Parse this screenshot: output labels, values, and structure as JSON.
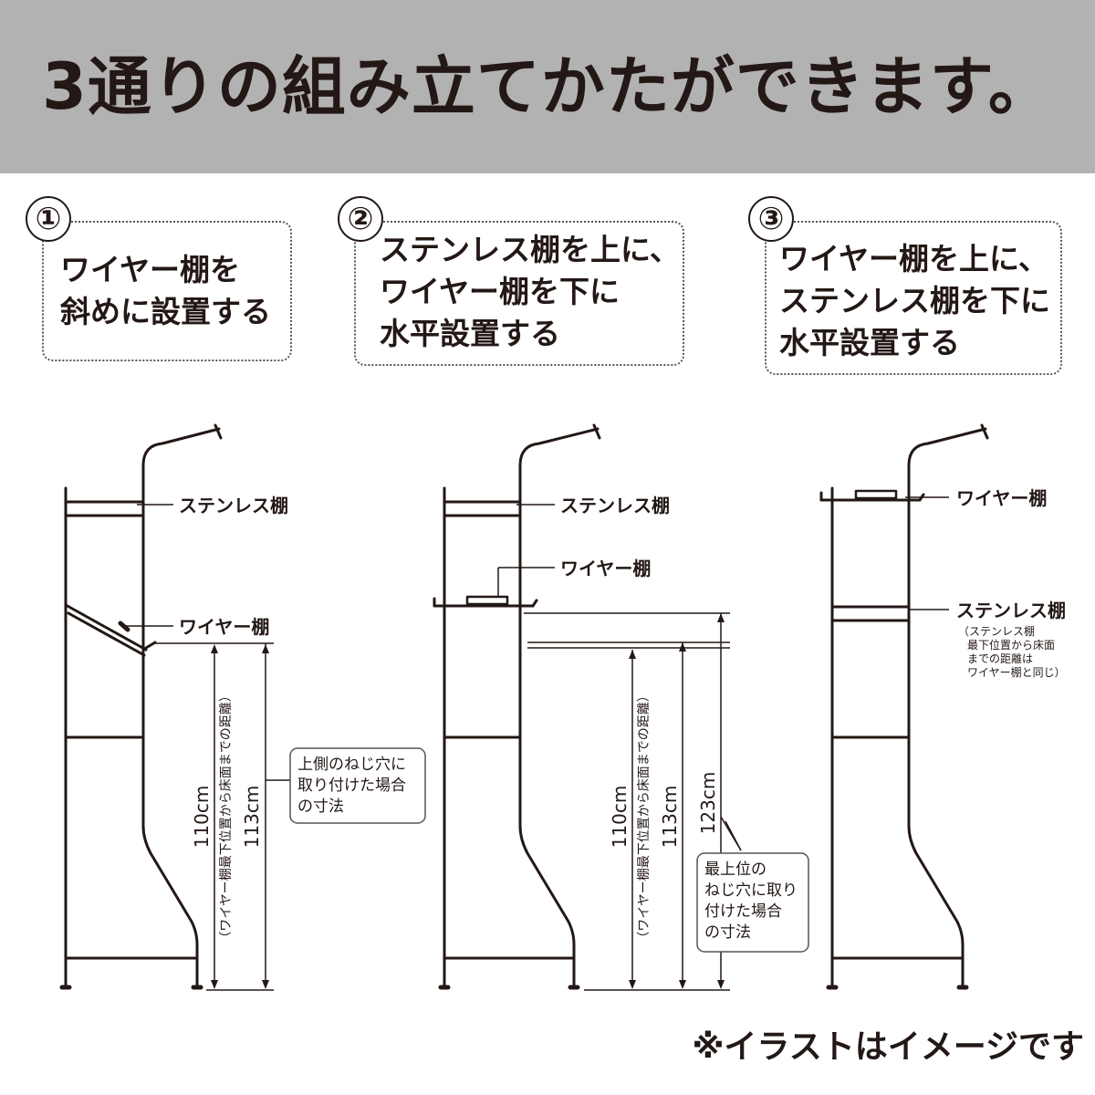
{
  "header": {
    "title": "3通りの組み立てかたができます。"
  },
  "options": [
    {
      "num": "①",
      "lines": [
        "ワイヤー棚を",
        "斜めに設置する"
      ]
    },
    {
      "num": "②",
      "lines": [
        "ステンレス棚を上に、",
        "ワイヤー棚を下に",
        "水平設置する"
      ]
    },
    {
      "num": "③",
      "lines": [
        "ワイヤー棚を上に、",
        "ステンレス棚を下に",
        "水平設置する"
      ]
    }
  ],
  "diagram1": {
    "stainless_label": "ステンレス棚",
    "wire_label": "ワイヤー棚",
    "dim_110": "110cm",
    "dim_110_note": "（ワイヤー棚最下位置から床面までの距離）",
    "dim_113": "113cm",
    "callout": [
      "上側のねじ穴に",
      "取り付けた場合",
      "の寸法"
    ]
  },
  "diagram2": {
    "stainless_label": "ステンレス棚",
    "wire_label": "ワイヤー棚",
    "dim_110": "110cm",
    "dim_110_note": "（ワイヤー棚最下位置から床面までの距離）",
    "dim_113": "113cm",
    "dim_123": "123cm",
    "callout": [
      "最上位の",
      "ねじ穴に取り",
      "付けた場合",
      "の寸法"
    ]
  },
  "diagram3": {
    "wire_label": "ワイヤー棚",
    "stainless_label": "ステンレス棚",
    "stainless_note": [
      "（ステンレス棚",
      "最下位置から床面",
      "までの距離は",
      "ワイヤー棚と同じ）"
    ]
  },
  "footer": {
    "note": "※イラストはイメージです"
  }
}
